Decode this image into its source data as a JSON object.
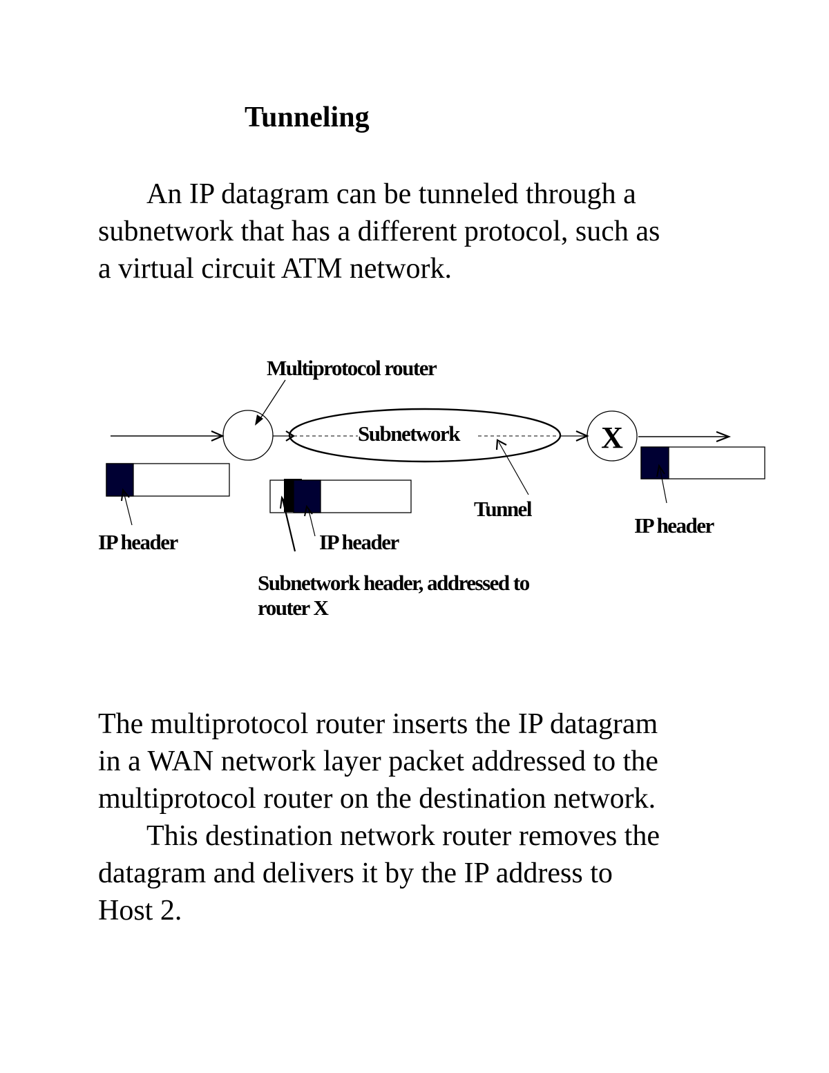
{
  "title": "Tunneling",
  "intro": {
    "lines": [
      "An IP datagram can be tunneled through a",
      "subnetwork that has a different protocol, such as",
      "a virtual circuit ATM network."
    ]
  },
  "diagram": {
    "multiprotocol_router_label": "Multiprotocol router",
    "subnetwork_label": "Subnetwork",
    "router_x_label": "X",
    "tunnel_label": "Tunnel",
    "ip_header_left_label": "IP header",
    "ip_header_middle_label": "IP header",
    "ip_header_right_label": "IP header",
    "subnetwork_header_label_line1": "Subnetwork header, addressed to",
    "subnetwork_header_label_line2": "router X",
    "colors": {
      "ip_header": "#000033",
      "subnet_header": "#000000"
    }
  },
  "body": {
    "lines": [
      "The multiprotocol router inserts the IP datagram",
      "in a WAN network layer packet addressed to the",
      "multiprotocol router on the destination network."
    ],
    "lines2": [
      "This destination network router removes the",
      "datagram and delivers it by the IP address to",
      "Host 2."
    ]
  }
}
